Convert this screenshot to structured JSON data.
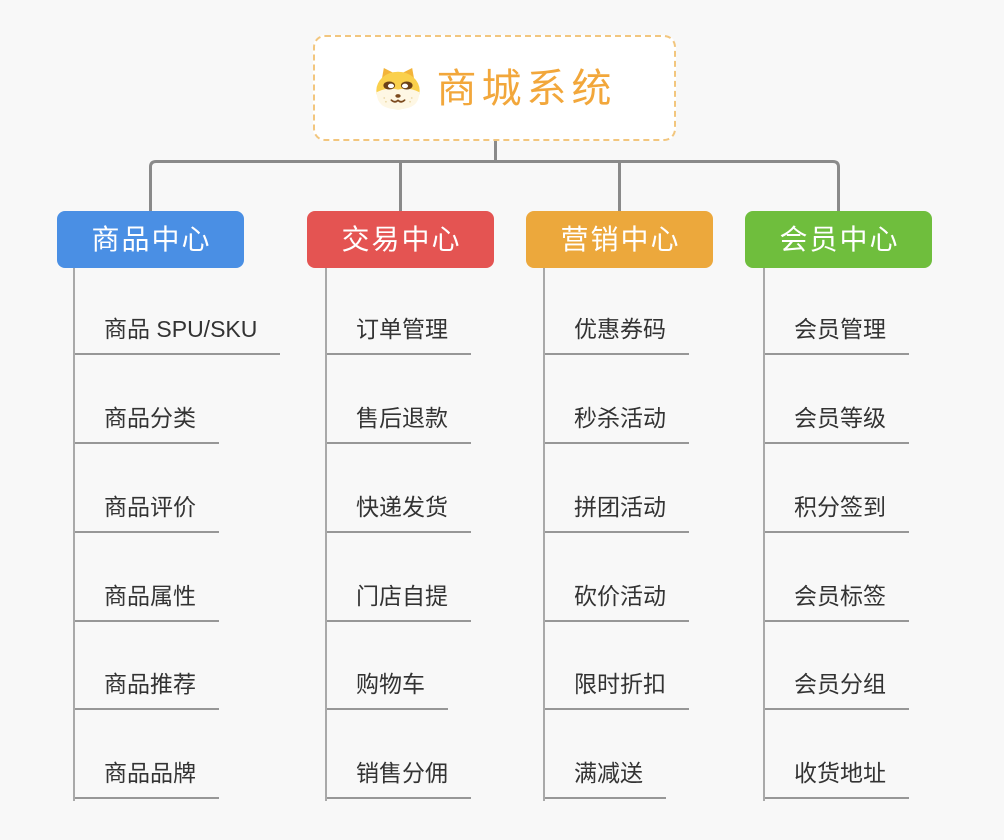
{
  "root": {
    "title": "商城系统",
    "accent_color": "#F2A73B",
    "border_color": "#F2C67E",
    "icon": "dog-mascot-icon"
  },
  "branches": [
    {
      "label": "商品中心",
      "color": "#4A8FE4",
      "children": [
        "商品 SPU/SKU",
        "商品分类",
        "商品评价",
        "商品属性",
        "商品推荐",
        "商品品牌"
      ]
    },
    {
      "label": "交易中心",
      "color": "#E45452",
      "children": [
        "订单管理",
        "售后退款",
        "快递发货",
        "门店自提",
        "购物车",
        "销售分佣"
      ]
    },
    {
      "label": "营销中心",
      "color": "#ECA83C",
      "children": [
        "优惠券码",
        "秒杀活动",
        "拼团活动",
        "砍价活动",
        "限时折扣",
        "满减送"
      ]
    },
    {
      "label": "会员中心",
      "color": "#6FBE3D",
      "children": [
        "会员管理",
        "会员等级",
        "积分签到",
        "会员标签",
        "会员分组",
        "收货地址"
      ]
    }
  ],
  "canvas": {
    "background": "#F8F8F8",
    "connector_color": "#8A8A8A",
    "leaf_text_color": "#333333",
    "leaf_line_color": "#979797"
  }
}
